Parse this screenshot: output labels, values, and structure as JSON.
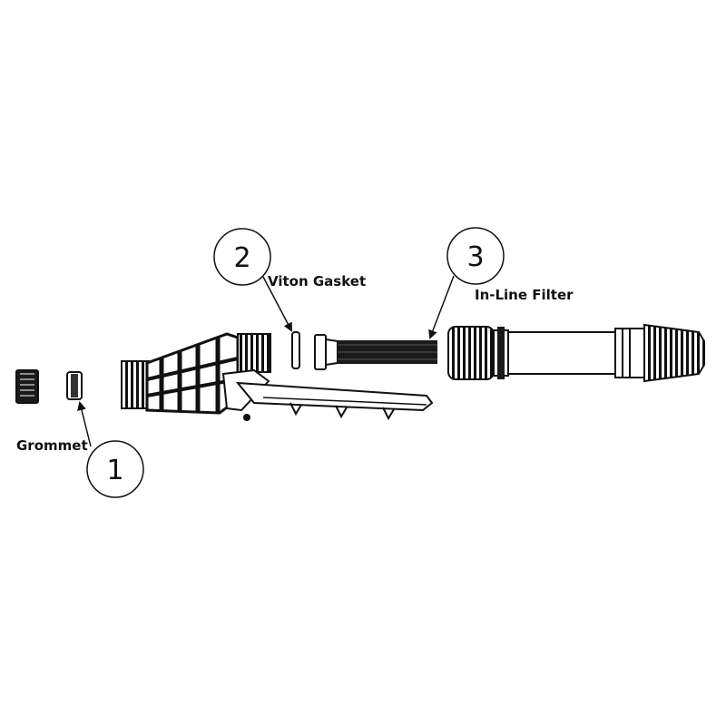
{
  "diagram": {
    "callouts": [
      {
        "number": "1",
        "label": "Grommet"
      },
      {
        "number": "2",
        "label": "Viton Gasket"
      },
      {
        "number": "3",
        "label": "In-Line Filter"
      }
    ],
    "colors": {
      "line": "#111111",
      "fill_dark": "#1a1a1a",
      "background": "#ffffff"
    }
  }
}
